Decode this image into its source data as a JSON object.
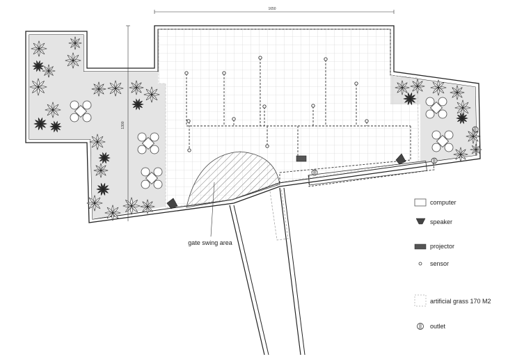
{
  "dimensions": {
    "width_label": "1650",
    "height_label": "1300"
  },
  "annotation": {
    "gate_swing": "gate swing area"
  },
  "legend": [
    {
      "key": "computer",
      "label": "computer",
      "icon": "computer-icon"
    },
    {
      "key": "speaker",
      "label": "speaker",
      "icon": "speaker-icon"
    },
    {
      "key": "projector",
      "label": "projector",
      "icon": "projector-icon"
    },
    {
      "key": "sensor",
      "label": "sensor",
      "icon": "sensor-icon"
    },
    {
      "key": "grass",
      "label": "artificial grass 170 M2",
      "icon": "artificial-grass-icon"
    },
    {
      "key": "outlet",
      "label": "outlet",
      "icon": "outlet-icon"
    }
  ],
  "colors": {
    "wall": "#222222",
    "planting_area": "#e4e4e4",
    "grid": "#c8c8c8",
    "projector": "#555555"
  }
}
